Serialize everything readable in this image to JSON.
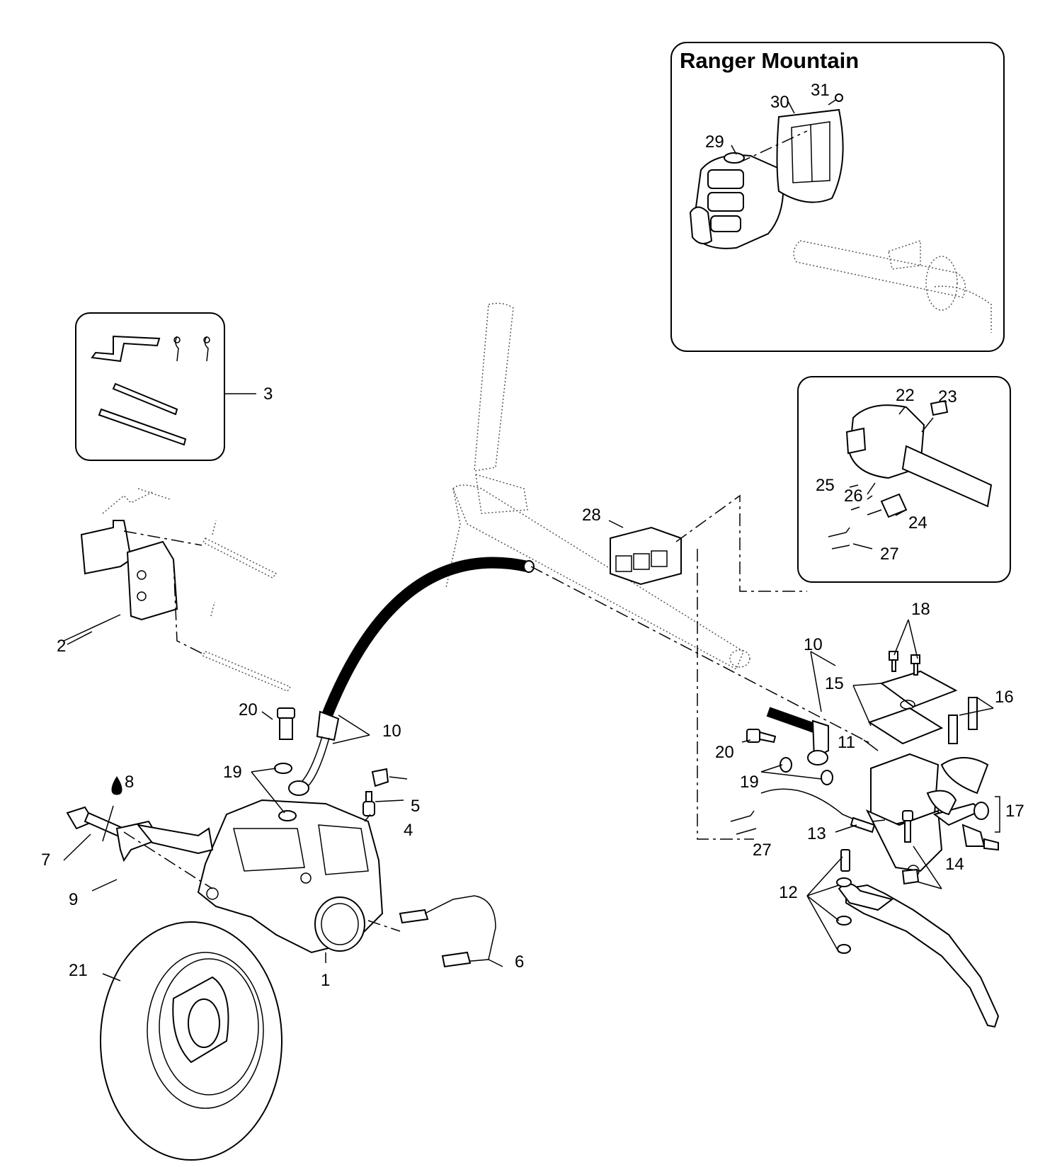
{
  "inset": {
    "title": "Ranger Mountain"
  },
  "labels": [
    {
      "id": "1",
      "text": "1"
    },
    {
      "id": "2",
      "text": "2"
    },
    {
      "id": "3",
      "text": "3"
    },
    {
      "id": "4",
      "text": "4"
    },
    {
      "id": "5",
      "text": "5"
    },
    {
      "id": "6",
      "text": "6"
    },
    {
      "id": "7",
      "text": "7"
    },
    {
      "id": "8",
      "text": "8"
    },
    {
      "id": "9",
      "text": "9"
    },
    {
      "id": "10a",
      "text": "10"
    },
    {
      "id": "10b",
      "text": "10"
    },
    {
      "id": "11",
      "text": "11"
    },
    {
      "id": "12",
      "text": "12"
    },
    {
      "id": "13",
      "text": "13"
    },
    {
      "id": "14",
      "text": "14"
    },
    {
      "id": "15",
      "text": "15"
    },
    {
      "id": "16",
      "text": "16"
    },
    {
      "id": "17",
      "text": "17"
    },
    {
      "id": "18",
      "text": "18"
    },
    {
      "id": "19a",
      "text": "19"
    },
    {
      "id": "19b",
      "text": "19"
    },
    {
      "id": "20a",
      "text": "20"
    },
    {
      "id": "20b",
      "text": "20"
    },
    {
      "id": "21",
      "text": "21"
    },
    {
      "id": "22",
      "text": "22"
    },
    {
      "id": "23",
      "text": "23"
    },
    {
      "id": "24",
      "text": "24"
    },
    {
      "id": "25",
      "text": "25"
    },
    {
      "id": "26",
      "text": "26"
    },
    {
      "id": "27a",
      "text": "27"
    },
    {
      "id": "27b",
      "text": "27"
    },
    {
      "id": "28",
      "text": "28"
    },
    {
      "id": "29",
      "text": "29"
    },
    {
      "id": "30",
      "text": "30"
    },
    {
      "id": "31",
      "text": "31"
    }
  ],
  "icons": {
    "fluid": "oil-drop-icon"
  }
}
